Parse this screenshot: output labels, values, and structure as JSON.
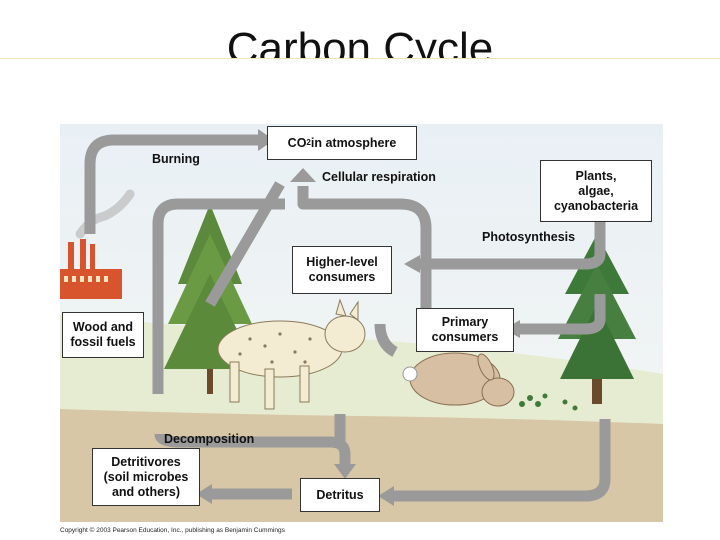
{
  "title": "Carbon Cycle",
  "labels": {
    "co2": "CO",
    "co2_sub": "2",
    "co2_rest": " in atmosphere",
    "burning": "Burning",
    "cellular_respiration": "Cellular respiration",
    "plants": "Plants,\nalgae,\ncyanobacteria",
    "photosynthesis": "Photosynthesis",
    "higher_consumers": "Higher-level\nconsumers",
    "wood_fuels": "Wood and\nfossil fuels",
    "primary_consumers": "Primary\nconsumers",
    "decomposition": "Decomposition",
    "detritivores": "Detritivores\n(soil microbes\nand others)",
    "detritus": "Detritus"
  },
  "copyright": "Copyright © 2003 Pearson Education, Inc., publishing as Benjamin Cummings"
}
